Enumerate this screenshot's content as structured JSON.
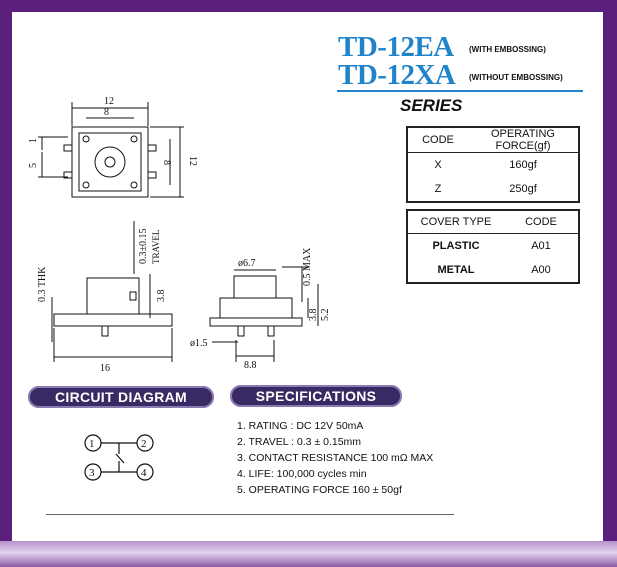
{
  "titles": {
    "ea_model": "TD-12EA",
    "ea_note": "(WITH EMBOSSING)",
    "xa_model": "TD-12XA",
    "xa_note": "(WITHOUT EMBOSSING)",
    "series": "SERIES"
  },
  "force_table": {
    "headers": [
      "CODE",
      "OPERATING FORCE(gf)"
    ],
    "rows": [
      [
        "X",
        "160gf"
      ],
      [
        "Z",
        "250gf"
      ]
    ]
  },
  "cover_table": {
    "headers": [
      "COVER TYPE",
      "CODE"
    ],
    "rows": [
      [
        "PLASTIC",
        "A01"
      ],
      [
        "METAL",
        "A00"
      ]
    ]
  },
  "drawing": {
    "top_width": "12",
    "top_inner": "8",
    "left_dim_1": "1",
    "left_dim_5": "5",
    "right_dim_8": "8",
    "right_dim_12": "12",
    "travel": "0.3±0.15",
    "travel_label": "TRAVEL",
    "thk": "0.3 THK",
    "height_38": "3.8",
    "base_16": "16",
    "dia_67": "ø6.7",
    "max_05": "0.5 MAX",
    "side_38": "3.8",
    "side_52": "5.2",
    "dia_15": "ø1.5",
    "pitch_88": "8.8"
  },
  "circuit": {
    "heading": "CIRCUIT DIAGRAM",
    "pins": [
      "1",
      "2",
      "3",
      "4"
    ]
  },
  "specifications": {
    "heading": "SPECIFICATIONS",
    "items": [
      "1. RATING : DC 12V  50mA",
      "2. TRAVEL : 0.3 ± 0.15mm",
      "3. CONTACT RESISTANCE 100 mΩ MAX",
      "4. LIFE: 100,000 cycles min",
      "5. OPERATING FORCE 160 ± 50gf"
    ]
  }
}
